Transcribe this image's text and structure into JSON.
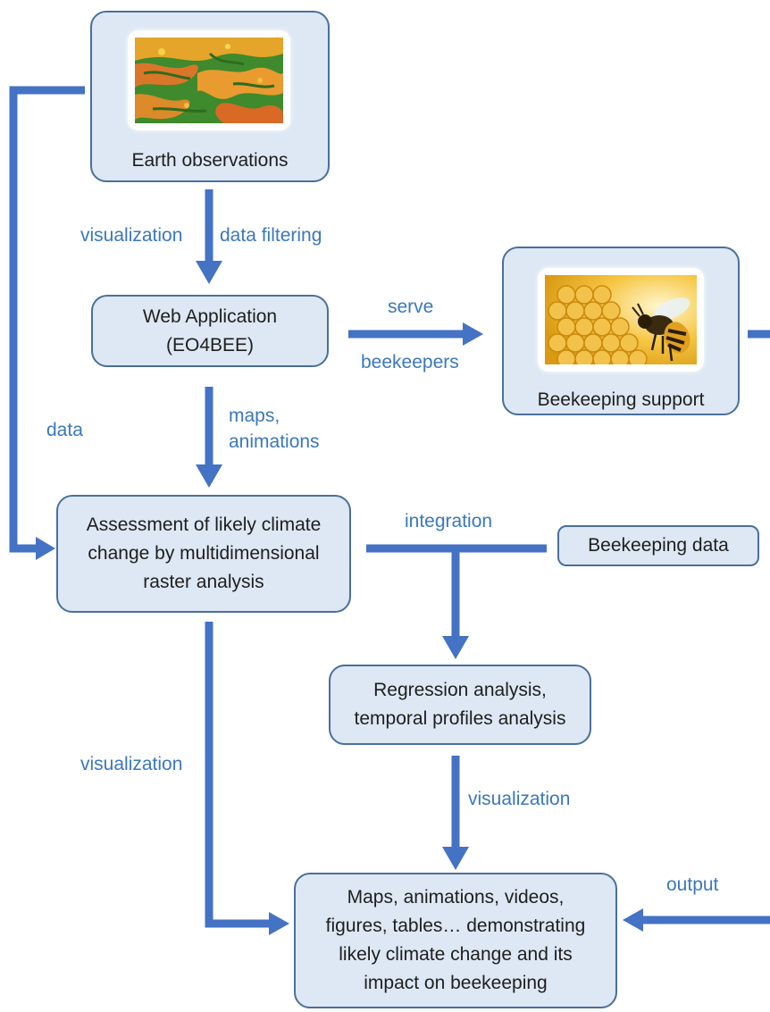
{
  "nodes": {
    "earth_observations": {
      "label": "Earth observations",
      "image": "terrain-satellite-image"
    },
    "web_application": {
      "line1": "Web Application",
      "line2": "(EO4BEE)"
    },
    "beekeeping_support": {
      "label": "Beekeeping support",
      "image": "bee-on-honeycomb-image"
    },
    "assessment": {
      "line1": "Assessment of likely climate",
      "line2": "change by multidimensional",
      "line3": "raster analysis"
    },
    "beekeeping_data": {
      "label": "Beekeeping data"
    },
    "regression": {
      "line1": "Regression analysis,",
      "line2": "temporal profiles analysis"
    },
    "outputs": {
      "line1": "Maps, animations, videos,",
      "line2": "figures, tables… demonstrating",
      "line3": "likely climate change and its",
      "line4": "impact on beekeeping"
    }
  },
  "edges": {
    "eo_to_web_left": "visualization",
    "eo_to_web_right": "data filtering",
    "web_to_support_top": "serve",
    "web_to_support_bottom": "beekeepers",
    "web_to_assessment_line1": "maps,",
    "web_to_assessment_line2": "animations",
    "eo_to_assessment": "data",
    "assessment_to_regression": "integration",
    "assessment_to_outputs": "visualization",
    "regression_to_outputs": "visualization",
    "support_to_outputs": "output"
  },
  "colors": {
    "arrow": "#4472c4",
    "node_fill": "#dde8f4",
    "node_border": "#4a6f9c",
    "edge_label": "#3a77bf"
  }
}
